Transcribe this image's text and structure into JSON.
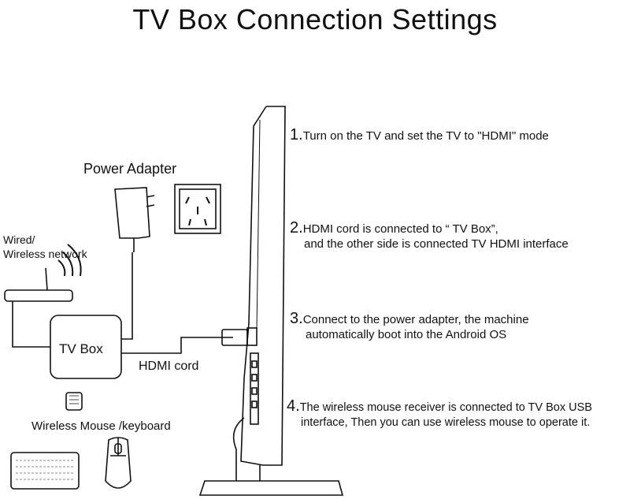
{
  "title": "TV Box Connection Settings",
  "labels": {
    "power_adapter": "Power Adapter",
    "network_line1": "Wired/",
    "network_line2": "Wireless network",
    "tv_box": "TV Box",
    "hdmi_cord": "HDMI cord",
    "mouse_keyboard": "Wireless Mouse /keyboard"
  },
  "steps": [
    {
      "number": "1.",
      "lines": [
        "Turn on the TV and set the TV to \"HDMI\" mode"
      ]
    },
    {
      "number": "2.",
      "lines": [
        "HDMI cord is connected to “ TV Box”,",
        "and the other side is connected TV HDMI interface"
      ]
    },
    {
      "number": "3.",
      "lines": [
        "Connect to the power adapter, the machine",
        "automatically boot into the Android OS"
      ]
    },
    {
      "number": "4.",
      "lines": [
        "The wireless mouse receiver is connected to TV Box USB",
        "interface, Then you can use wireless mouse to operate it."
      ]
    }
  ]
}
